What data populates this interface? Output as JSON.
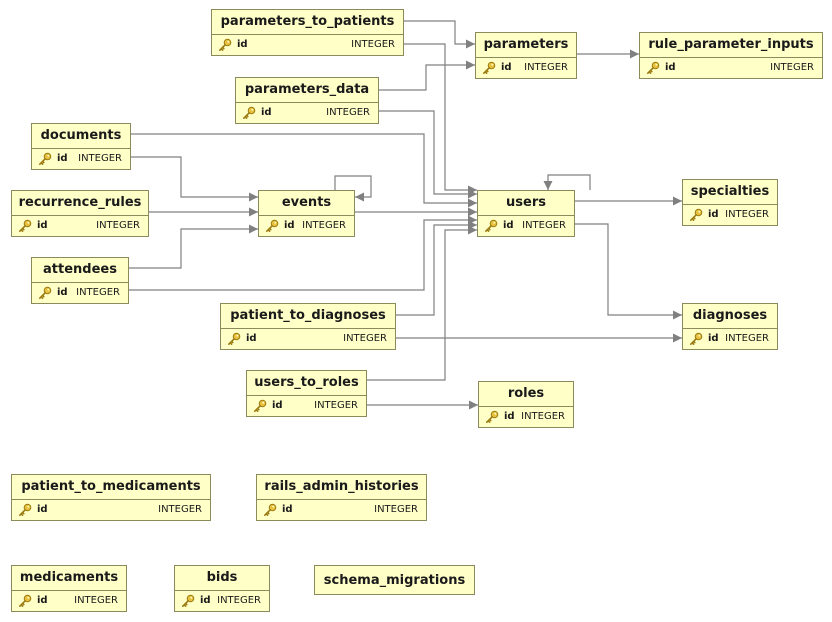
{
  "diagram": {
    "colors": {
      "entity_fill": "#ffffc8",
      "entity_border": "#8a8a5a",
      "line": "#808080",
      "key_icon": "#c8a020"
    },
    "icons": {
      "primary_key": "key-icon"
    },
    "entities": [
      {
        "id": "parameters_to_patients",
        "name": "parameters_to_patients",
        "columns": [
          {
            "name": "id",
            "type": "INTEGER",
            "pk": true
          }
        ]
      },
      {
        "id": "parameters",
        "name": "parameters",
        "columns": [
          {
            "name": "id",
            "type": "INTEGER",
            "pk": true
          }
        ]
      },
      {
        "id": "rule_parameter_inputs",
        "name": "rule_parameter_inputs",
        "columns": [
          {
            "name": "id",
            "type": "INTEGER",
            "pk": true
          }
        ]
      },
      {
        "id": "parameters_data",
        "name": "parameters_data",
        "columns": [
          {
            "name": "id",
            "type": "INTEGER",
            "pk": true
          }
        ]
      },
      {
        "id": "documents",
        "name": "documents",
        "columns": [
          {
            "name": "id",
            "type": "INTEGER",
            "pk": true
          }
        ]
      },
      {
        "id": "events",
        "name": "events",
        "columns": [
          {
            "name": "id",
            "type": "INTEGER",
            "pk": true
          }
        ]
      },
      {
        "id": "users",
        "name": "users",
        "columns": [
          {
            "name": "id",
            "type": "INTEGER",
            "pk": true
          }
        ]
      },
      {
        "id": "specialties",
        "name": "specialties",
        "columns": [
          {
            "name": "id",
            "type": "INTEGER",
            "pk": true
          }
        ]
      },
      {
        "id": "recurrence_rules",
        "name": "recurrence_rules",
        "columns": [
          {
            "name": "id",
            "type": "INTEGER",
            "pk": true
          }
        ]
      },
      {
        "id": "attendees",
        "name": "attendees",
        "columns": [
          {
            "name": "id",
            "type": "INTEGER",
            "pk": true
          }
        ]
      },
      {
        "id": "patient_to_diagnoses",
        "name": "patient_to_diagnoses",
        "columns": [
          {
            "name": "id",
            "type": "INTEGER",
            "pk": true
          }
        ]
      },
      {
        "id": "diagnoses",
        "name": "diagnoses",
        "columns": [
          {
            "name": "id",
            "type": "INTEGER",
            "pk": true
          }
        ]
      },
      {
        "id": "users_to_roles",
        "name": "users_to_roles",
        "columns": [
          {
            "name": "id",
            "type": "INTEGER",
            "pk": true
          }
        ]
      },
      {
        "id": "roles",
        "name": "roles",
        "columns": [
          {
            "name": "id",
            "type": "INTEGER",
            "pk": true
          }
        ]
      },
      {
        "id": "patient_to_medicaments",
        "name": "patient_to_medicaments",
        "columns": [
          {
            "name": "id",
            "type": "INTEGER",
            "pk": true
          }
        ]
      },
      {
        "id": "rails_admin_histories",
        "name": "rails_admin_histories",
        "columns": [
          {
            "name": "id",
            "type": "INTEGER",
            "pk": true
          }
        ]
      },
      {
        "id": "medicaments",
        "name": "medicaments",
        "columns": [
          {
            "name": "id",
            "type": "INTEGER",
            "pk": true
          }
        ]
      },
      {
        "id": "bids",
        "name": "bids",
        "columns": [
          {
            "name": "id",
            "type": "INTEGER",
            "pk": true
          }
        ]
      },
      {
        "id": "schema_migrations",
        "name": "schema_migrations",
        "columns": []
      }
    ],
    "relationships": [
      {
        "from": "parameters_to_patients",
        "to": "parameters"
      },
      {
        "from": "parameters_to_patients",
        "to": "users"
      },
      {
        "from": "parameters",
        "to": "rule_parameter_inputs"
      },
      {
        "from": "parameters_data",
        "to": "parameters"
      },
      {
        "from": "parameters_data",
        "to": "users"
      },
      {
        "from": "documents",
        "to": "events"
      },
      {
        "from": "documents",
        "to": "users"
      },
      {
        "from": "recurrence_rules",
        "to": "events"
      },
      {
        "from": "attendees",
        "to": "events"
      },
      {
        "from": "attendees",
        "to": "users"
      },
      {
        "from": "events",
        "to": "events"
      },
      {
        "from": "events",
        "to": "users"
      },
      {
        "from": "users",
        "to": "users"
      },
      {
        "from": "users",
        "to": "specialties"
      },
      {
        "from": "users",
        "to": "diagnoses"
      },
      {
        "from": "patient_to_diagnoses",
        "to": "users"
      },
      {
        "from": "patient_to_diagnoses",
        "to": "diagnoses"
      },
      {
        "from": "users_to_roles",
        "to": "users"
      },
      {
        "from": "users_to_roles",
        "to": "roles"
      }
    ]
  }
}
